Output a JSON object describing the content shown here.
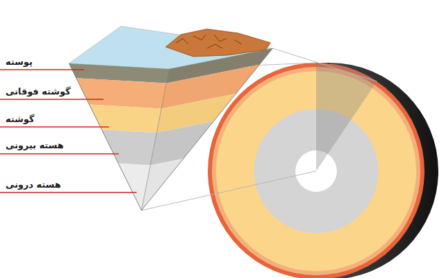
{
  "diagram": {
    "labels": [
      "پوسته",
      "گوشته فوقانی",
      "گوشته",
      "هسته بیرونی",
      "هسته درونی"
    ]
  }
}
